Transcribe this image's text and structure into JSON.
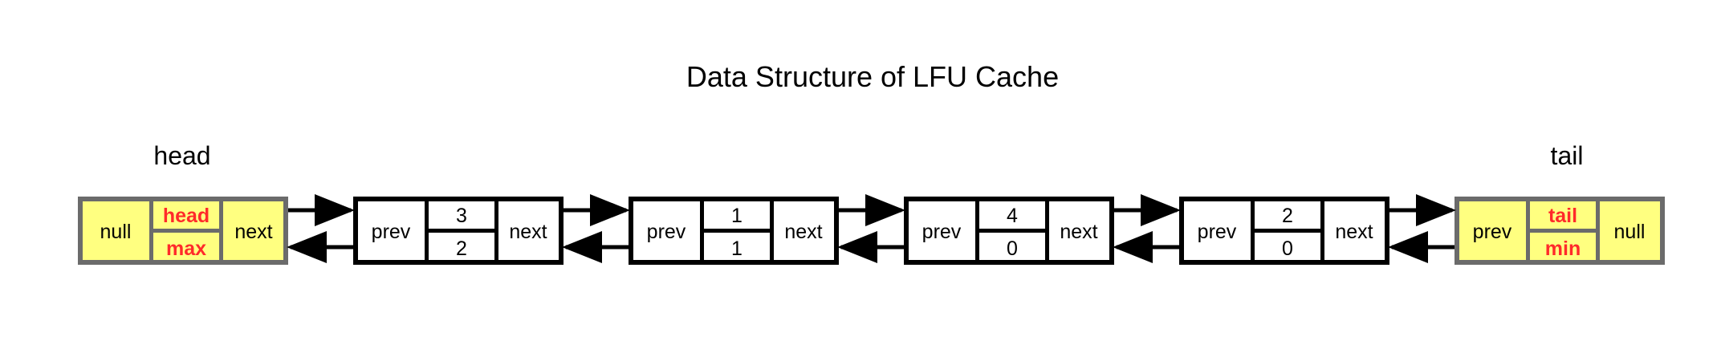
{
  "title": "Data Structure of LFU Cache",
  "labels": {
    "head": "head",
    "tail": "tail"
  },
  "colors": {
    "sentinel_fill": "#ffff80",
    "sentinel_border": "#6b6b6b",
    "node_border": "#000000",
    "node_fill": "#ffffff",
    "highlight_text": "#ff2a2a"
  },
  "head_node": {
    "left": "null",
    "center_top": "head",
    "center_bottom": "max",
    "right": "next"
  },
  "nodes": [
    {
      "prev": "prev",
      "top": "3",
      "bottom": "2",
      "next": "next"
    },
    {
      "prev": "prev",
      "top": "1",
      "bottom": "1",
      "next": "next"
    },
    {
      "prev": "prev",
      "top": "4",
      "bottom": "0",
      "next": "next"
    },
    {
      "prev": "prev",
      "top": "2",
      "bottom": "0",
      "next": "next"
    }
  ],
  "tail_node": {
    "left": "prev",
    "center_top": "tail",
    "center_bottom": "min",
    "right": "null"
  }
}
